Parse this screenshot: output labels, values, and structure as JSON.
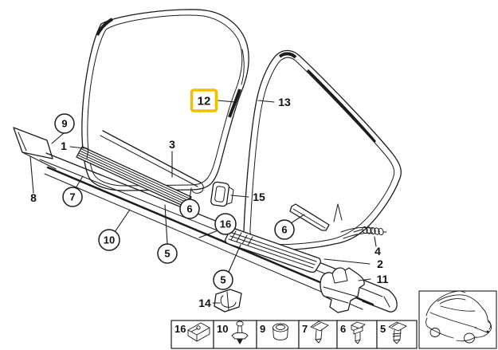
{
  "page": {
    "background_color": "#ffffff"
  },
  "diagram": {
    "stroke_color": "#1c1c1c",
    "highlight_color": "#f0c000",
    "description": "Exploded line-art parts diagram of door aperture edge protection seals and sill trim strips"
  },
  "callouts": {
    "highlighted": {
      "label": "12"
    },
    "circled": [
      {
        "label": "9"
      },
      {
        "label": "7"
      },
      {
        "label": "10"
      },
      {
        "label": "5"
      },
      {
        "label": "6"
      },
      {
        "label": "16"
      },
      {
        "label": "6"
      },
      {
        "label": "5"
      }
    ],
    "plain": [
      {
        "label": "1"
      },
      {
        "label": "3"
      },
      {
        "label": "8"
      },
      {
        "label": "15"
      },
      {
        "label": "14"
      },
      {
        "label": "4"
      },
      {
        "label": "2"
      },
      {
        "label": "11"
      },
      {
        "label": "13"
      }
    ]
  },
  "legend": {
    "items": [
      {
        "number": "16",
        "icon": "sheet-metal-clip-icon"
      },
      {
        "number": "10",
        "icon": "expanding-rivet-icon"
      },
      {
        "number": "9",
        "icon": "grommet-icon"
      },
      {
        "number": "7",
        "icon": "trim-clip-icon"
      },
      {
        "number": "6",
        "icon": "trim-clip-icon"
      },
      {
        "number": "5",
        "icon": "trim-clip-icon"
      }
    ]
  },
  "vehicle_thumbnail": {
    "icon": "sedan-outline-icon"
  }
}
